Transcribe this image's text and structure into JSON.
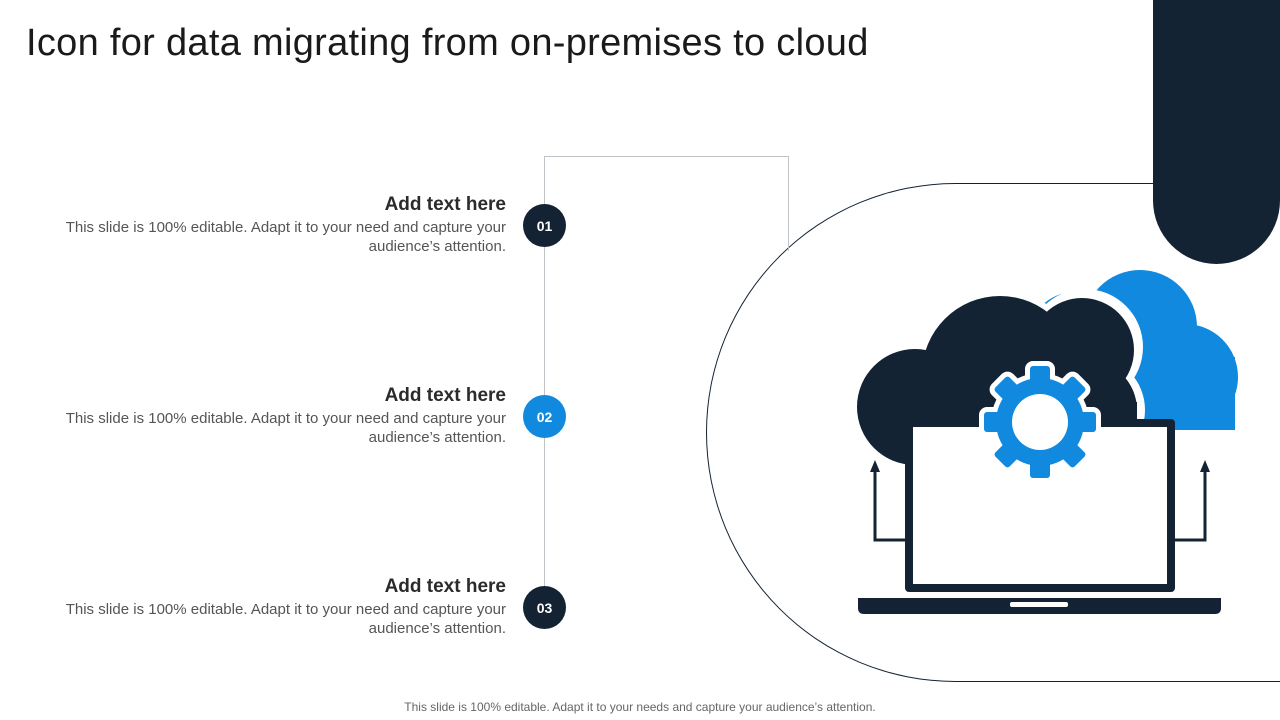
{
  "slide": {
    "title": "Icon for data migrating from on-premises to cloud",
    "footer": "This slide is 100% editable. Adapt it to your needs and capture your audience’s attention."
  },
  "items": [
    {
      "number": "01",
      "heading": "Add text here",
      "body_line1": "This slide is 100% editable. Adapt it to your  need and capture your",
      "body_line2": "audience’s attention.",
      "badge_color": "#132333"
    },
    {
      "number": "02",
      "heading": "Add text here",
      "body_line1": "This slide is 100% editable. Adapt it to your  need and capture your",
      "body_line2": "audience’s attention.",
      "badge_color": "#1089DF"
    },
    {
      "number": "03",
      "heading": "Add text here",
      "body_line1": "This slide is 100% editable. Adapt it to your  need and capture your",
      "body_line2": "audience’s attention.",
      "badge_color": "#132333"
    }
  ],
  "icon": {
    "name": "cloud-migration-laptop-gear-icon",
    "colors": {
      "dark": "#132333",
      "accent": "#1089DF"
    }
  }
}
